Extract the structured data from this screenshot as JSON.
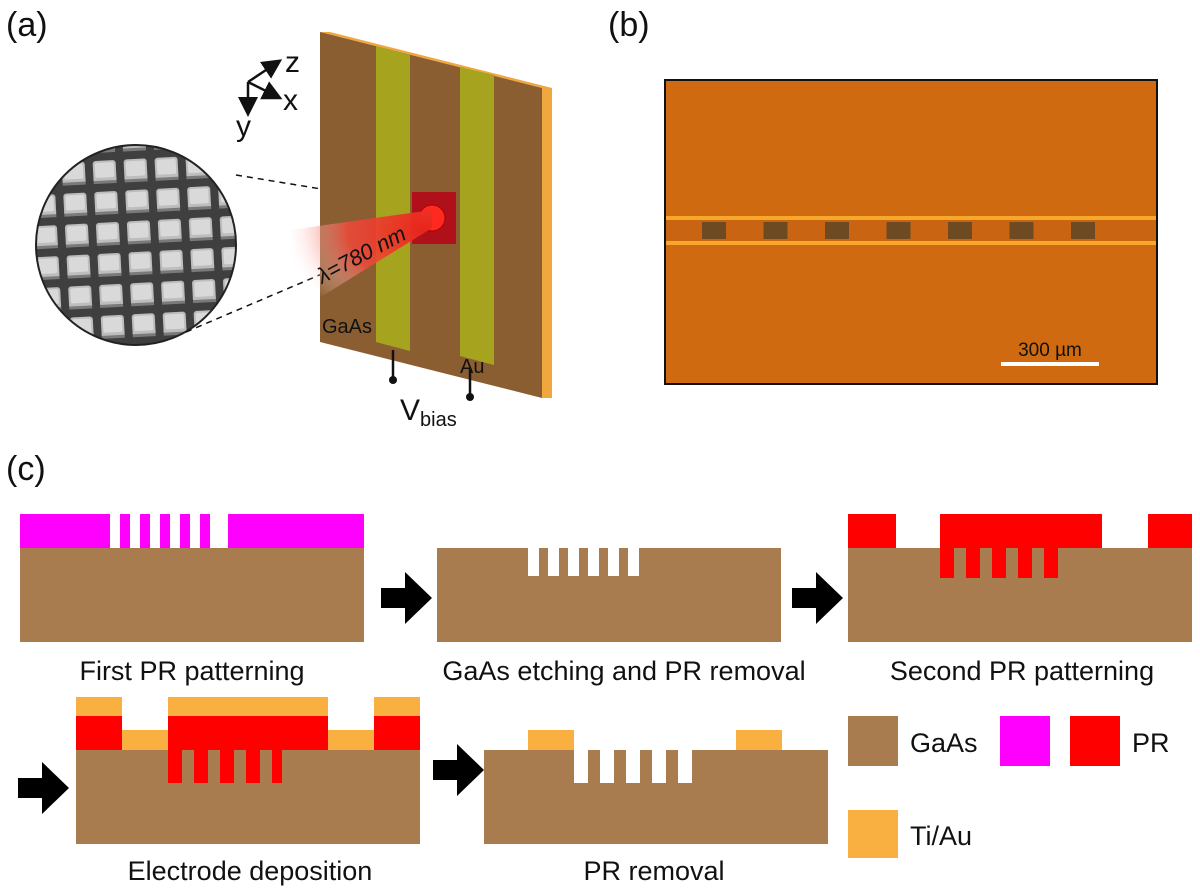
{
  "panel_a": {
    "label": "(a)",
    "axis_z": "z",
    "axis_x": "x",
    "axis_y": "y",
    "wavelength": "λ=780 nm",
    "material_gaas": "GaAs",
    "material_au": "Au",
    "vbias_v": "V",
    "vbias_sub": "bias"
  },
  "panel_b": {
    "label": "(b)",
    "scalebar": "300 µm",
    "pad_count": 7
  },
  "panel_c": {
    "label": "(c)",
    "steps": [
      "First PR patterning",
      "GaAs etching and PR removal",
      "Second PR patterning",
      "Electrode deposition",
      "PR removal"
    ],
    "legend": {
      "gaas": "GaAs",
      "pr": "PR",
      "tiau": "Ti/Au"
    }
  },
  "colors": {
    "gaas": "#a97c50",
    "pr1": "#ff00ff",
    "pr2": "#ff0000",
    "tiau": "#f9b041",
    "micrograph": "#cf6a10",
    "stripe_brown": "#8b5e32",
    "stripe_au": "#a6a31e"
  }
}
